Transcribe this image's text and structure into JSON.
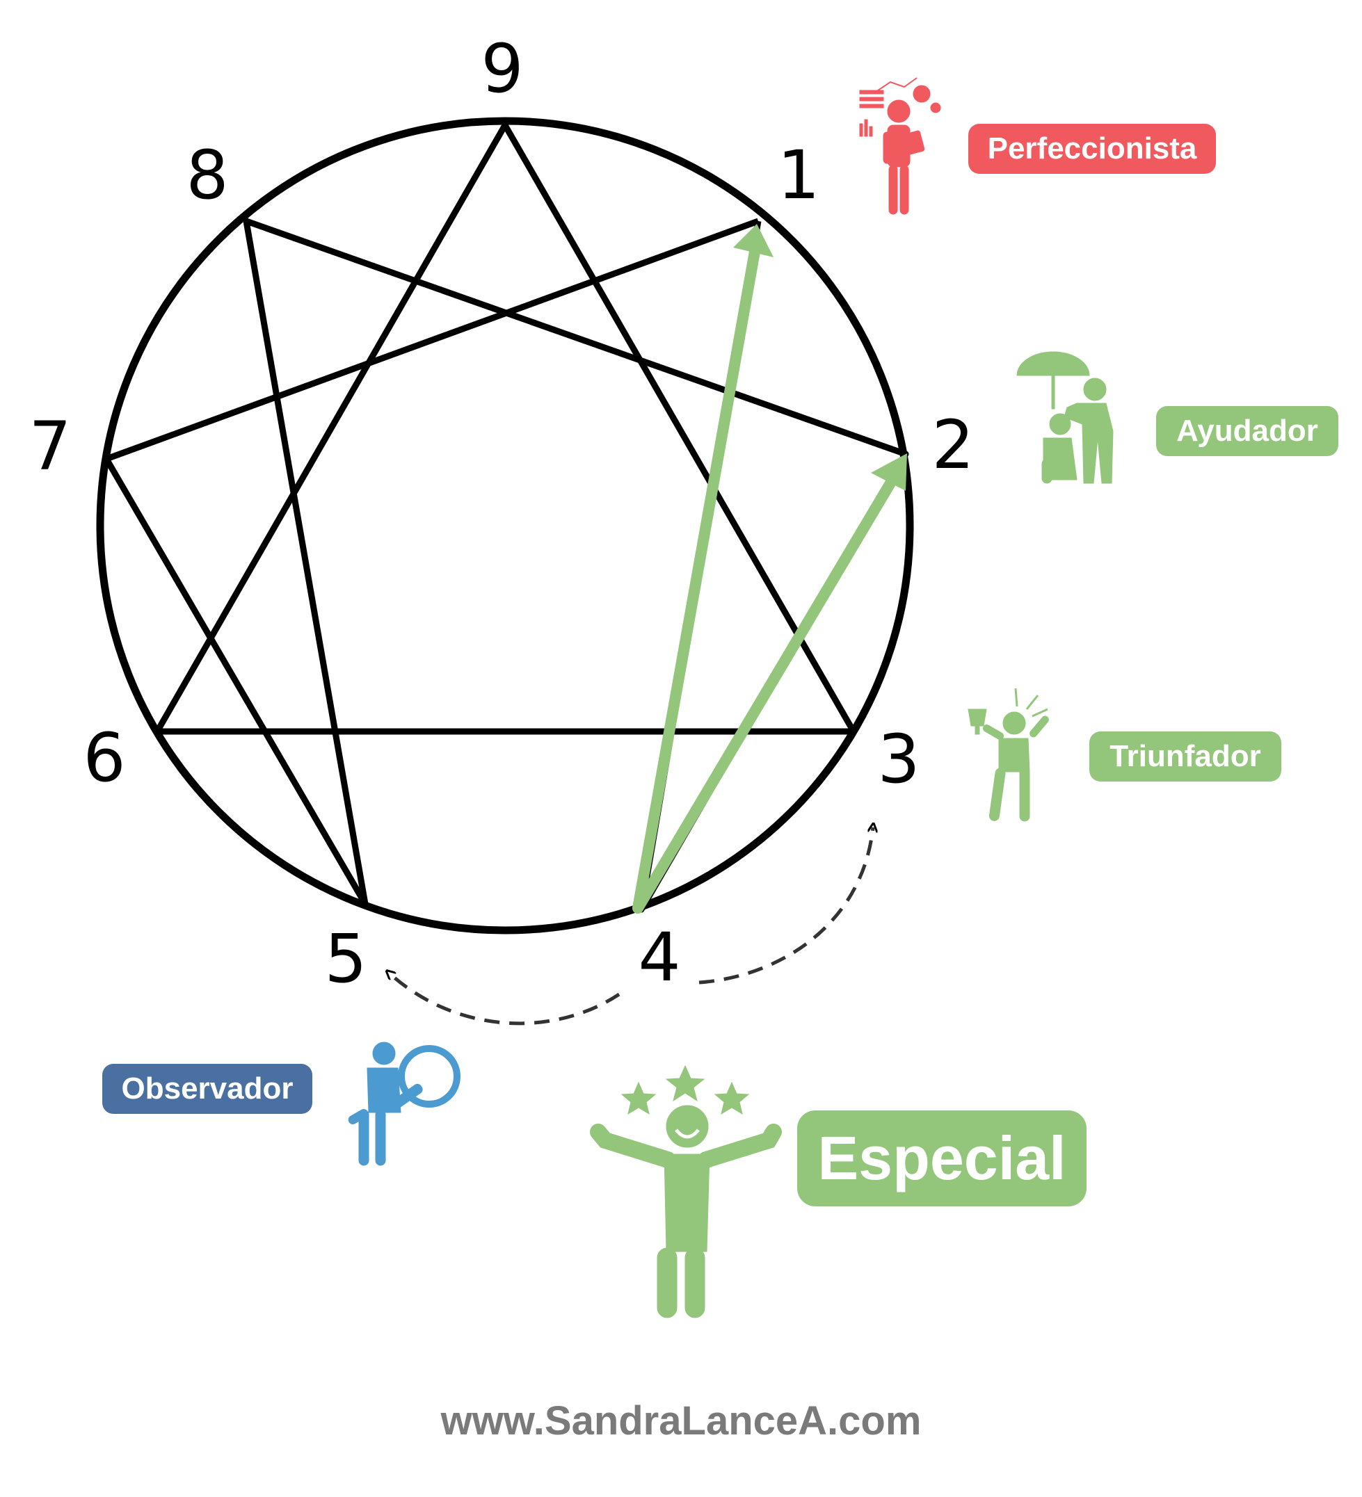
{
  "colors": {
    "line": "#000000",
    "green": "#93c67b",
    "red": "#f05a5f",
    "blue": "#4a6fa1",
    "observer_icon": "#4b9ad0",
    "website": "#7a7a7a"
  },
  "enneagram": {
    "numbers": [
      "9",
      "1",
      "2",
      "3",
      "4",
      "5",
      "6",
      "7",
      "8"
    ]
  },
  "types": {
    "perfeccionista": {
      "label": "Perfeccionista",
      "icon": "businessman-icon"
    },
    "ayudador": {
      "label": "Ayudador",
      "icon": "helper-umbrella-icon"
    },
    "triunfador": {
      "label": "Triunfador",
      "icon": "winner-trophy-icon"
    },
    "observador": {
      "label": "Observador",
      "icon": "magnifier-person-icon"
    },
    "especial": {
      "label": "Especial",
      "icon": "happy-person-stars-icon"
    }
  },
  "footer": {
    "website": "www.SandraLanceA.com"
  }
}
